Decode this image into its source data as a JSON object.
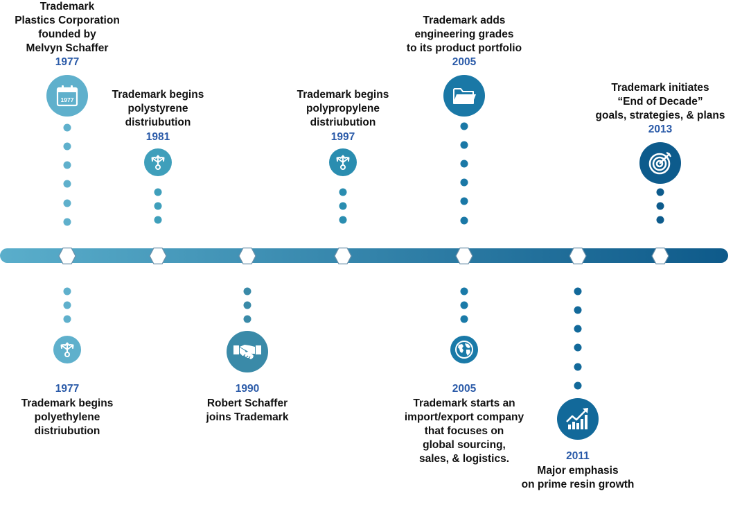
{
  "colors": {
    "track_start": "#5aaecb",
    "track_end": "#0e5a8a",
    "year_text": "#2a5aa8",
    "body_text": "#111111",
    "hex_fill": "#ffffff",
    "hex_stroke": "#6a8fa8"
  },
  "events": [
    {
      "key": "e1977a",
      "position": "above",
      "year": "1977",
      "lines": [
        "Trademark",
        "Plastics Corporation",
        "founded by",
        "Melvyn Schaffer"
      ],
      "icon": "calendar-icon",
      "icon_text": "1977",
      "color": "#5fb0cc"
    },
    {
      "key": "e1981",
      "position": "above",
      "year": "1981",
      "lines": [
        "Trademark begins",
        "polystyrene",
        "distriubution"
      ],
      "icon": "distribution-arrows-icon",
      "color": "#3f9fbb"
    },
    {
      "key": "e1997",
      "position": "above",
      "year": "1997",
      "lines": [
        "Trademark begins",
        "polypropylene",
        "distriubution"
      ],
      "icon": "distribution-arrows-icon",
      "color": "#2a8db0"
    },
    {
      "key": "e2005a",
      "position": "above",
      "year": "2005",
      "lines": [
        "Trademark adds",
        "engineering grades",
        "to its product portfolio"
      ],
      "icon": "folder-icon",
      "color": "#1a78a6"
    },
    {
      "key": "e2013",
      "position": "above",
      "year": "2013",
      "lines": [
        "Trademark initiates",
        "“End of Decade”",
        "goals, strategies, & plans"
      ],
      "icon": "target-icon",
      "color": "#0d5b8c"
    },
    {
      "key": "e1977b",
      "position": "below",
      "year": "1977",
      "lines": [
        "Trademark begins",
        "polyethylene",
        "distriubution"
      ],
      "icon": "distribution-arrows-icon",
      "color": "#5fb0cc"
    },
    {
      "key": "e1990",
      "position": "below",
      "year": "1990",
      "lines": [
        "Robert Schaffer",
        "joins Trademark"
      ],
      "icon": "handshake-icon",
      "color": "#3a8aa8"
    },
    {
      "key": "e2005b",
      "position": "below",
      "year": "2005",
      "lines": [
        "Trademark starts an",
        "import/export company",
        "that focuses on",
        "global sourcing,",
        "sales, & logistics."
      ],
      "icon": "globe-icon",
      "color": "#1a7aa8"
    },
    {
      "key": "e2011",
      "position": "below",
      "year": "2011",
      "lines": [
        "Major emphasis",
        "on prime resin growth"
      ],
      "icon": "growth-chart-icon",
      "color": "#12699a"
    }
  ]
}
